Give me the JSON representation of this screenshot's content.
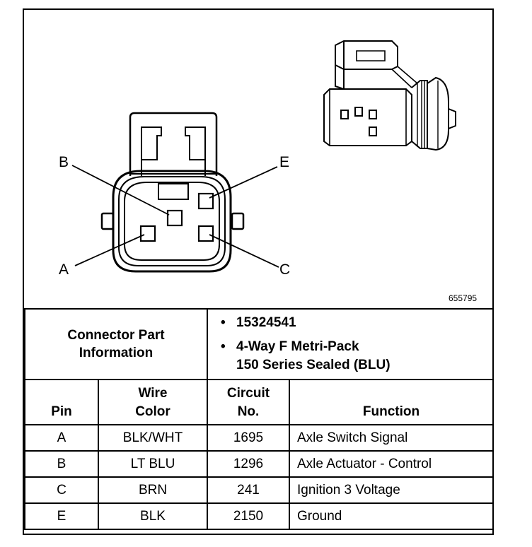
{
  "diagram": {
    "pins": {
      "A": "A",
      "B": "B",
      "C": "C",
      "E": "E"
    },
    "ref_number": "655795"
  },
  "connector_info": {
    "label_line1": "Connector Part",
    "label_line2": "Information",
    "bullet_symbol": "•",
    "part_number": "15324541",
    "description_line1": "4-Way F Metri-Pack",
    "description_line2": "150 Series Sealed (BLU)"
  },
  "columns": {
    "pin": "Pin",
    "wire_color_line1": "Wire",
    "wire_color_line2": "Color",
    "circuit_line1": "Circuit",
    "circuit_line2": "No.",
    "function": "Function"
  },
  "rows": [
    {
      "pin": "A",
      "wire_color": "BLK/WHT",
      "circuit": "1695",
      "function": "Axle Switch Signal"
    },
    {
      "pin": "B",
      "wire_color": "LT BLU",
      "circuit": "1296",
      "function": "Axle Actuator - Control"
    },
    {
      "pin": "C",
      "wire_color": "BRN",
      "circuit": "241",
      "function": "Ignition 3 Voltage"
    },
    {
      "pin": "E",
      "wire_color": "BLK",
      "circuit": "2150",
      "function": "Ground"
    }
  ]
}
